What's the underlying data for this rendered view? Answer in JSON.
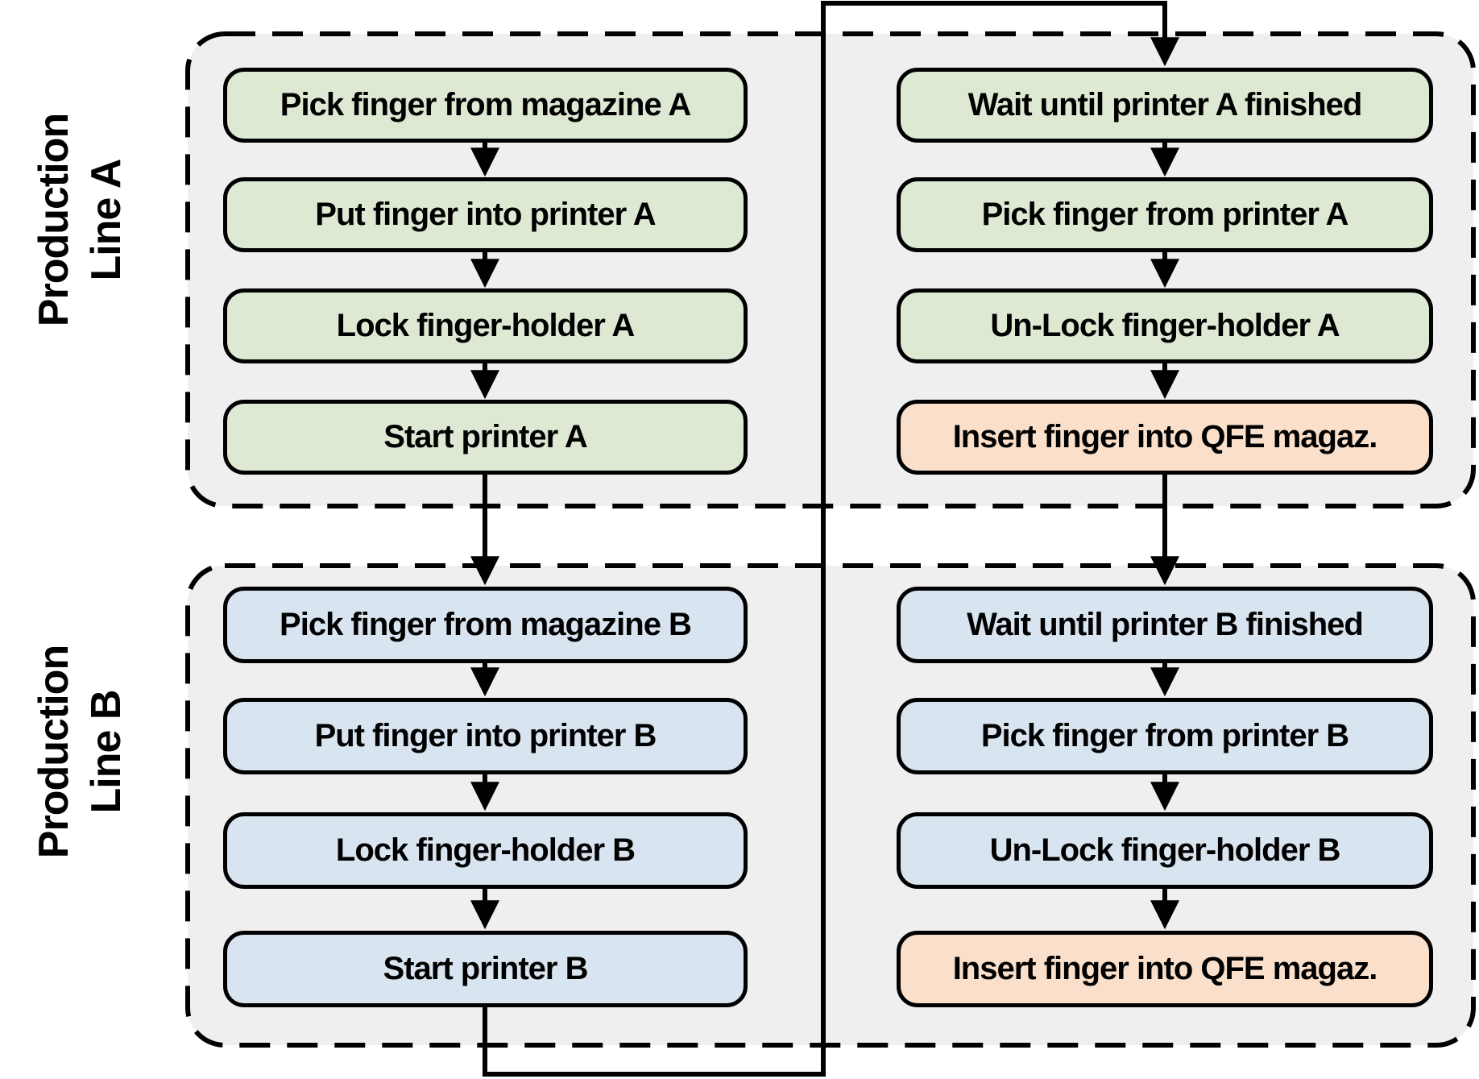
{
  "colors": {
    "lane_fill": "#efefef",
    "box_green": "#dde9d3",
    "box_blue": "#d8e4f0",
    "box_orange": "#fae0cb",
    "line": "#000000"
  },
  "lanes": [
    {
      "label_line1": "Production",
      "label_line2": "Line A",
      "left_steps": [
        {
          "text": "Pick finger from magazine A",
          "fill": "#dde9d3"
        },
        {
          "text": "Put finger into printer A",
          "fill": "#dde9d3"
        },
        {
          "text": "Lock finger-holder A",
          "fill": "#dde9d3"
        },
        {
          "text": "Start printer A",
          "fill": "#dde9d3"
        }
      ],
      "right_steps": [
        {
          "text": "Wait until printer A finished",
          "fill": "#dde9d3"
        },
        {
          "text": "Pick finger from printer A",
          "fill": "#dde9d3"
        },
        {
          "text": "Un-Lock finger-holder A",
          "fill": "#dde9d3"
        },
        {
          "text": "Insert finger into QFE magaz.",
          "fill": "#fae0cb"
        }
      ]
    },
    {
      "label_line1": "Production",
      "label_line2": "Line B",
      "left_steps": [
        {
          "text": "Pick finger from magazine B",
          "fill": "#d8e4f0"
        },
        {
          "text": "Put finger into printer B",
          "fill": "#d8e4f0"
        },
        {
          "text": "Lock finger-holder B",
          "fill": "#d8e4f0"
        },
        {
          "text": "Start printer B",
          "fill": "#d8e4f0"
        }
      ],
      "right_steps": [
        {
          "text": "Wait until printer B finished",
          "fill": "#d8e4f0"
        },
        {
          "text": "Pick finger from printer B",
          "fill": "#d8e4f0"
        },
        {
          "text": "Un-Lock finger-holder B",
          "fill": "#d8e4f0"
        },
        {
          "text": "Insert finger into QFE magaz.",
          "fill": "#fae0cb"
        }
      ]
    }
  ]
}
